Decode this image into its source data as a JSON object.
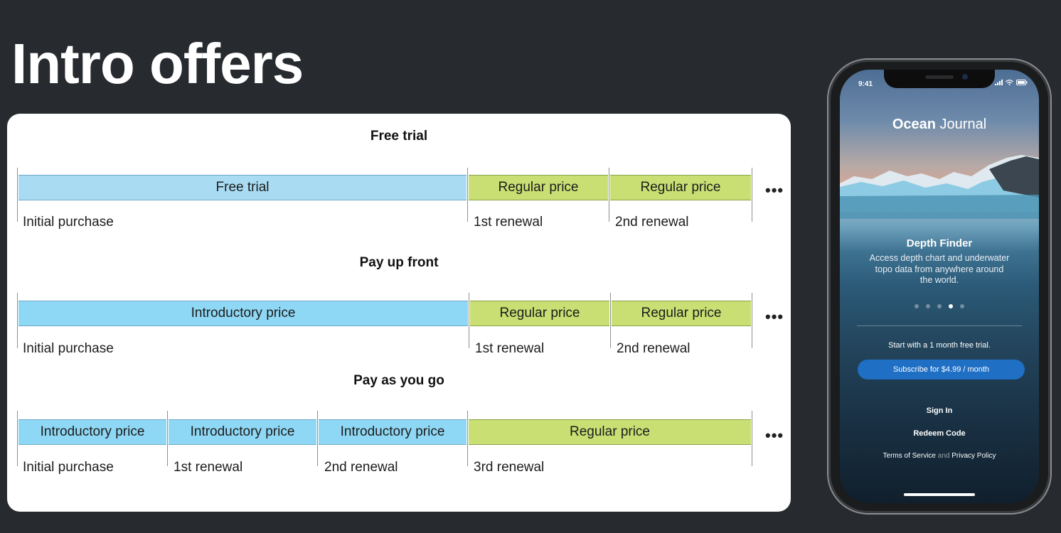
{
  "page": {
    "title": "Intro offers"
  },
  "diagram": {
    "sections": [
      {
        "title": "Free trial",
        "bars": [
          "Free trial",
          "Regular price",
          "Regular price"
        ],
        "labels": [
          "Initial purchase",
          "1st renewal",
          "2nd renewal"
        ],
        "continuation": "•••"
      },
      {
        "title": "Pay up front",
        "bars": [
          "Introductory price",
          "Regular price",
          "Regular price"
        ],
        "labels": [
          "Initial purchase",
          "1st renewal",
          "2nd renewal"
        ],
        "continuation": "•••"
      },
      {
        "title": "Pay as you go",
        "bars": [
          "Introductory price",
          "Introductory price",
          "Introductory price",
          "Regular price"
        ],
        "labels": [
          "Initial purchase",
          "1st renewal",
          "2nd renewal",
          "3rd renewal"
        ],
        "continuation": "•••"
      }
    ],
    "colors": {
      "intro": "#8fd8f5",
      "trial": "#a9dcf3",
      "regular": "#c9df73"
    }
  },
  "phone": {
    "status_time": "9:41",
    "app_name_bold": "Ocean",
    "app_name_light": " Journal",
    "feature_title": "Depth Finder",
    "feature_desc": "Access depth chart and underwater topo data from anywhere around the world.",
    "pager": {
      "count": 5,
      "active_index": 3
    },
    "trial_text": "Start with a 1 month free trial.",
    "subscribe_label": "Subscribe for $4.99 / month",
    "sign_in": "Sign In",
    "redeem": "Redeem Code",
    "terms": "Terms of Service",
    "and": "and",
    "privacy": "Privacy Policy",
    "icons": [
      "signal-icon",
      "wifi-icon",
      "battery-icon"
    ]
  }
}
